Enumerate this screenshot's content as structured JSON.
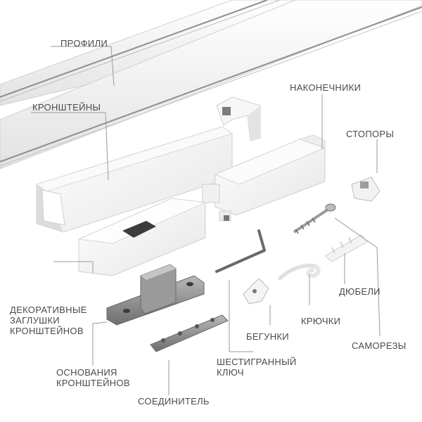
{
  "labels": {
    "profiles": "ПРОФИЛИ",
    "brackets": "КРОНШТЕЙНЫ",
    "end_caps": "НАКОНЕЧНИКИ",
    "stoppers": "СТОПОРЫ",
    "decorative_caps": "ДЕКОРАТИВНЫЕ\nЗАГЛУШКИ\nКРОНШТЕЙНОВ",
    "dowels": "ДЮБЕЛИ",
    "runners": "БЕГУНКИ",
    "hooks": "КРЮЧКИ",
    "screws": "САМОРЕЗЫ",
    "bracket_bases": "ОСНОВАНИЯ\nКРОНШТЕЙНОВ",
    "hex_key": "ШЕСТИГРАННЫЙ\nКЛЮЧ",
    "connector": "СОЕДИНИТЕЛЬ"
  },
  "colors": {
    "label_text": "#4a4a4a",
    "leader_line": "#9a9a9a",
    "part_white": "#f4f4f4",
    "part_shadow": "#d6d6d6",
    "metal": "#8a8a8a"
  }
}
